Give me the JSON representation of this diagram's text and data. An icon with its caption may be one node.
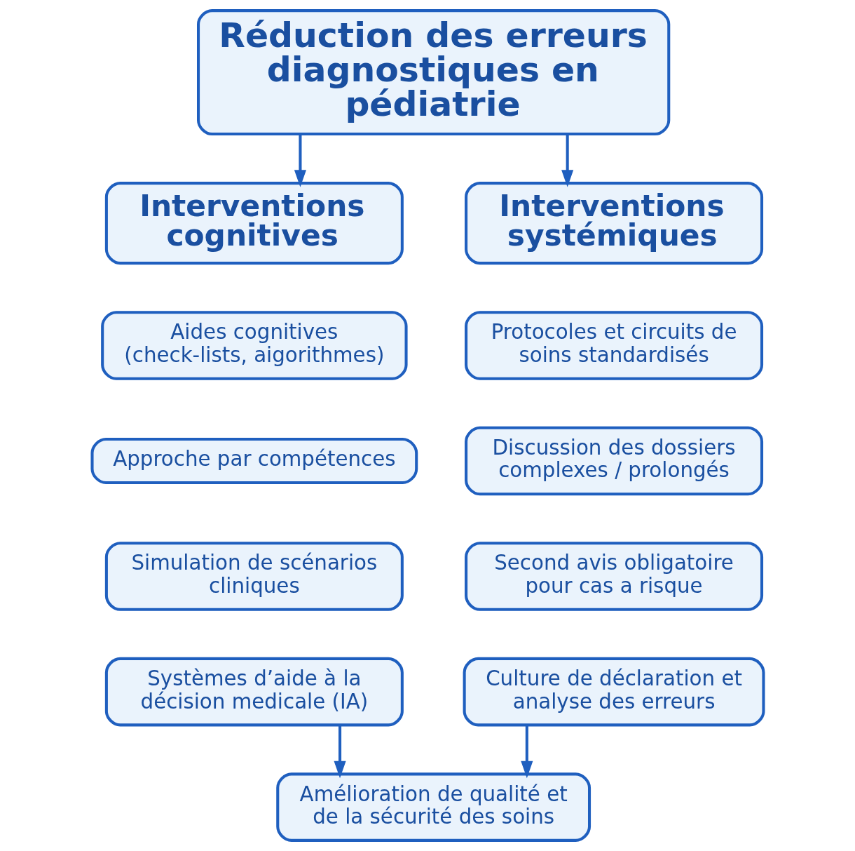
{
  "diagram": {
    "nodes": [
      {
        "text": [
          "Réduction des erreurs diagnostiques en pédiatrie"
        ]
      },
      {
        "text": [
          "Interventions cognitives"
        ]
      },
      {
        "text": [
          "Interventions systémiques"
        ]
      },
      {
        "text": [
          "Aides cognitives (check-lists, aigorithmes)"
        ]
      },
      {
        "text": [
          "Approche par compétences"
        ]
      },
      {
        "text": [
          "Simulation de scénarios cliniques"
        ]
      },
      {
        "text": [
          "Systèmes d’aide à la décision medicale (IA)"
        ]
      },
      {
        "text": [
          "Protocoles et circuits de soins standardisés"
        ]
      },
      {
        "text": [
          "Discussion des dossiers complexes / prolongés"
        ]
      },
      {
        "text": [
          "Second avis obligatoire pour cas a risque"
        ]
      },
      {
        "text": [
          "Culture de déclaration et analyse des erreurs"
        ]
      },
      {
        "text": [
          "Amélioration de qualité et de la sécurité des soins"
        ]
      }
    ],
    "edges": [
      {
        "from": 0,
        "to": 1,
        "arrow": "to"
      },
      {
        "from": 0,
        "to": 2,
        "arrow": "to"
      },
      {
        "from": 6,
        "to": 11,
        "arrow": "to"
      },
      {
        "from": 10,
        "to": 11,
        "arrow": "to"
      }
    ]
  }
}
